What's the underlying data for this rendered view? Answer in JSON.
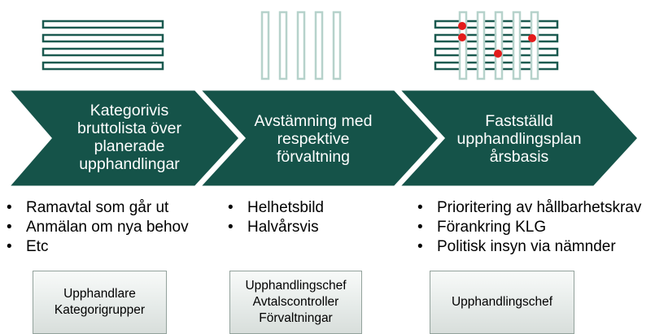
{
  "colors": {
    "chevron_fill": "#155349",
    "chevron_edge": "#ffffff",
    "icon_stroke": "#1b5a50",
    "icon_light_stroke": "#b6d2cb",
    "dot": "#e31b1b"
  },
  "icons": [
    "horizontal-bars-icon",
    "vertical-bars-icon",
    "grid-with-dots-icon"
  ],
  "steps": [
    {
      "label": "Kategorivis\nbruttolista över\nplanerade\nupphandlingar"
    },
    {
      "label": "Avstämning med\nrespektive\nförvaltning"
    },
    {
      "label": "Fastställd\nupphandlingsplan\nårsbasis"
    }
  ],
  "bullet_groups": [
    [
      "Ramavtal som går ut",
      "Anmälan om nya behov",
      "Etc"
    ],
    [
      "Helhetsbild",
      "Halvårsvis"
    ],
    [
      "Prioritering av hållbarhetskrav",
      "Förankring KLG",
      "Politisk insyn via nämnder"
    ]
  ],
  "roles": [
    {
      "label": "Upphandlare\nKategorigrupper"
    },
    {
      "label": "Upphandlingschef\nAvtalscontroller\nFörvaltningar"
    },
    {
      "label": "Upphandlingschef"
    }
  ]
}
